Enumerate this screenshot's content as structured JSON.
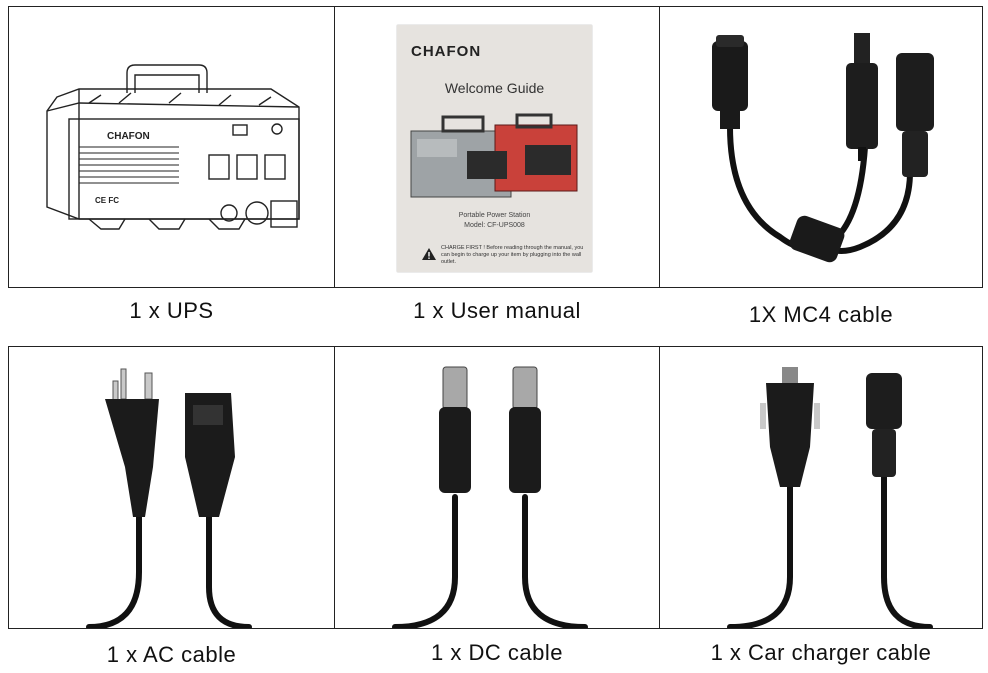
{
  "captions": {
    "ups": "1 x UPS",
    "manual": "1 x User manual",
    "mc4": "1X MC4 cable",
    "ac": "1 x AC cable",
    "dc": "1 x DC cable",
    "car": "1 x Car charger cable"
  },
  "ups_device": {
    "brand": "CHAFON"
  },
  "manual_cover": {
    "brand": "CHAFON",
    "title": "Welcome Guide",
    "subtitle": "Portable Power Station",
    "model": "Model: CF-UPS008",
    "warning": "CHARGE FIRST ! Before reading through the manual, you can begin to charge up your item by plugging into the wall outlet."
  }
}
